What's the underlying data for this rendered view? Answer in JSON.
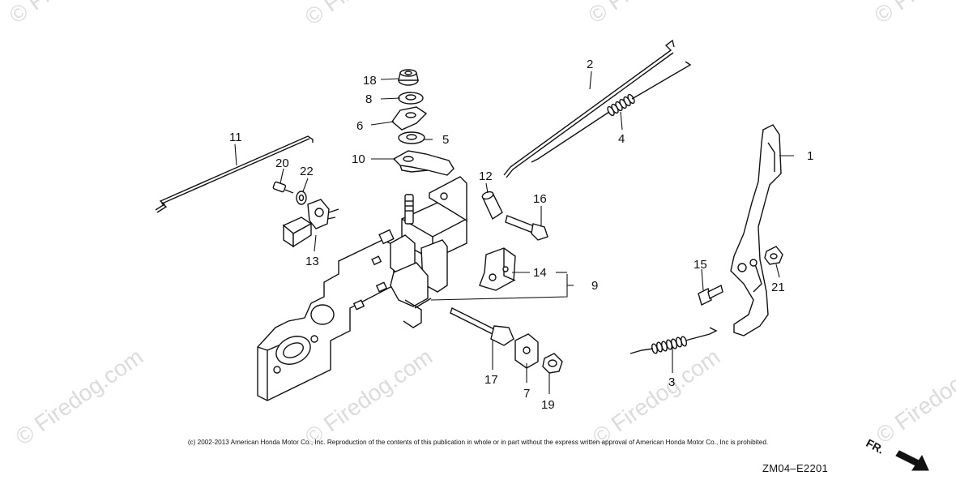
{
  "watermark": {
    "text": "© Firedog.com"
  },
  "callouts": {
    "c1": "1",
    "c2": "2",
    "c3": "3",
    "c4": "4",
    "c5": "5",
    "c6": "6",
    "c7": "7",
    "c8": "8",
    "c9": "9",
    "c10": "10",
    "c11": "11",
    "c12": "12",
    "c13": "13",
    "c14": "14",
    "c15": "15",
    "c16": "16",
    "c17": "17",
    "c18": "18",
    "c19": "19",
    "c20": "20",
    "c21": "21",
    "c22": "22"
  },
  "footer": {
    "copyright": "(c) 2002-2013 American Honda Motor Co., Inc. Reproduction of the contents of this publication in whole or in part without the express written approval of American Honda Motor Co., Inc is prohibited.",
    "diagram_code": "ZM04–E2201",
    "direction_label": "FR."
  }
}
